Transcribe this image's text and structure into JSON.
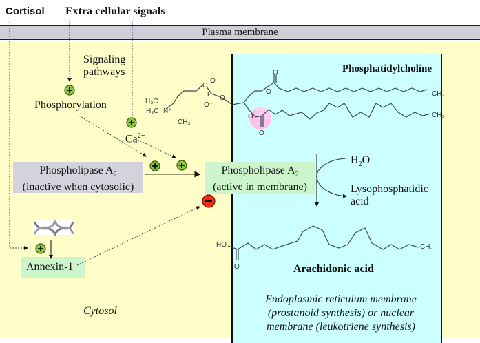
{
  "header": {
    "cortisol": "Cortisol",
    "extracellular_signals": "Extra cellular signals"
  },
  "membrane": {
    "label": "Plasma membrane"
  },
  "cytosol": {
    "signaling_pathways_line1": "Signaling",
    "signaling_pathways_line2": "pathways",
    "phosphorylation": "Phosphorylation",
    "calcium": "Ca",
    "calcium_charge": "2+",
    "pla2_inactive_line1": "Phospholipase A",
    "pla2_inactive_sub": "2",
    "pla2_inactive_line2": "(inactive when cytosolic)",
    "annexin": "Annexin-1",
    "cytosol_label": "Cytosol"
  },
  "er": {
    "phosphatidylcholine": "Phosphatidylcholine",
    "pla2_active_line1": "Phospholipase A",
    "pla2_active_sub": "2",
    "pla2_active_line2": "(active in membrane)",
    "water": "H",
    "water_sub": "2",
    "water_o": "O",
    "lyso_line1": "Lysophosphatidic",
    "lyso_line2": "acid",
    "arachidonic": "Arachidonic acid",
    "location_line1": "Endoplasmic reticulum  membrane",
    "location_line2": "(prostanoid synthesis) or nuclear",
    "location_line3": "membrane (leukotriene synthesis)"
  },
  "chem_labels": {
    "h3c": "H₃C",
    "ch3": "CH₃",
    "n_plus": "N⁺",
    "o": "O",
    "p": "P",
    "o_minus": "O⁻",
    "ho": "HO"
  },
  "icons": {
    "activation": "plus-circle",
    "inhibition": "minus-circle",
    "dna": "dna-helix"
  },
  "colors": {
    "cytosol": "#fffdc8",
    "er": "#ccffff",
    "membrane": "#cfcfd8",
    "activation": "#8cc63f",
    "inhibition": "#e83010",
    "inactive_box": "#d3d3dd",
    "active_box": "#ccf5cc",
    "ester_highlight": "#ffb3e6"
  }
}
